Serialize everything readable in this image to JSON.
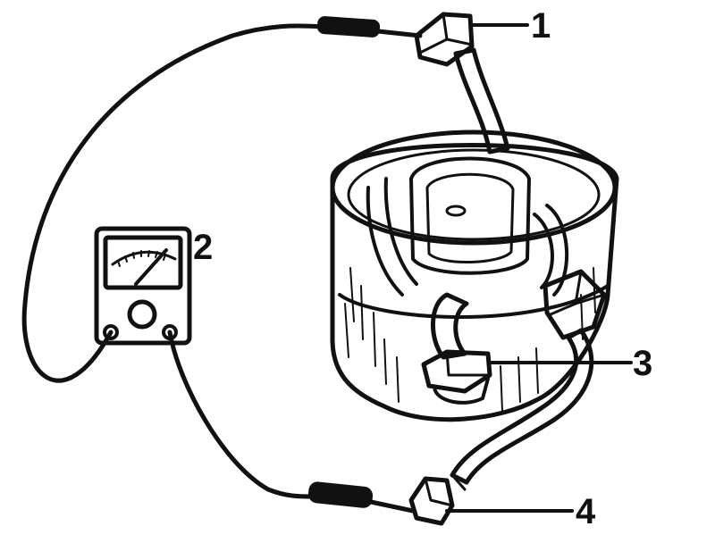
{
  "diagram": {
    "callouts": [
      {
        "number": "1",
        "target": "connector-top"
      },
      {
        "number": "2",
        "target": "meter"
      },
      {
        "number": "3",
        "target": "connector-inner"
      },
      {
        "number": "4",
        "target": "connector-bottom"
      }
    ]
  },
  "colors": {
    "ink": "#111111",
    "background": "#ffffff"
  }
}
